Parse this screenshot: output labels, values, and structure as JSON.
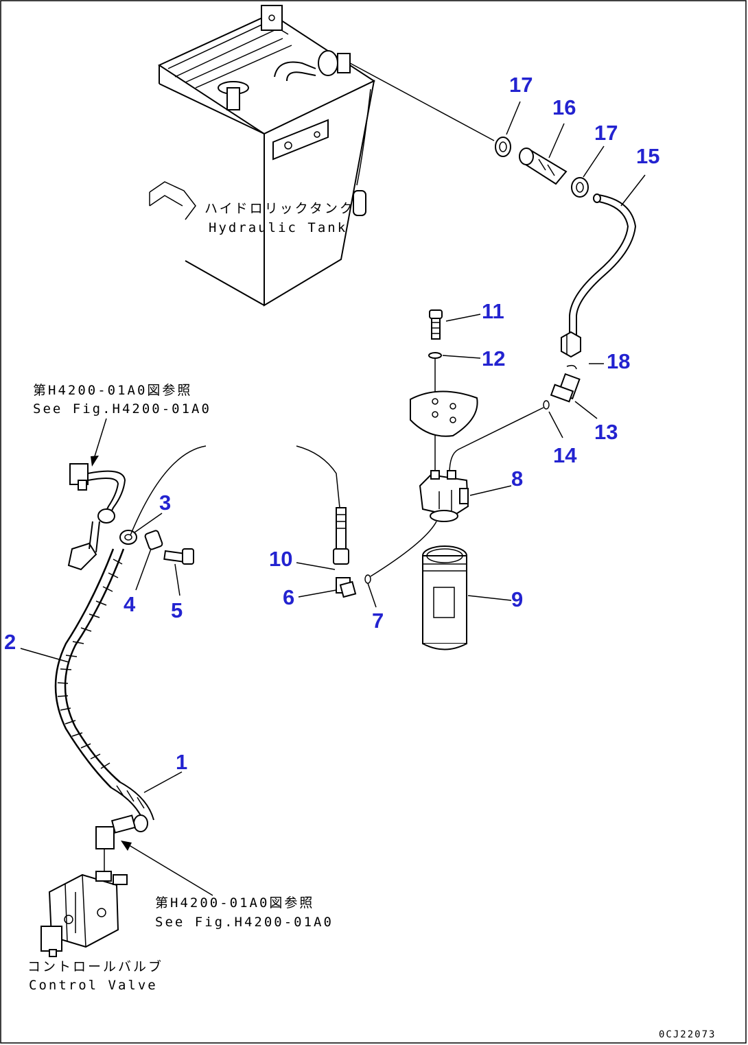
{
  "labels": {
    "hydraulic_tank_jp": "ハイドロリックタンク",
    "hydraulic_tank_en": "Hydraulic Tank",
    "ref_top_jp": "第H4200-01A0図参照",
    "ref_top_en": "See Fig.H4200-01A0",
    "ref_bottom_jp": "第H4200-01A0図参照",
    "ref_bottom_en": "See Fig.H4200-01A0",
    "control_valve_jp": "コントロールバルブ",
    "control_valve_en": "Control Valve"
  },
  "drawing_id": "0CJ22073",
  "callouts": [
    "1",
    "2",
    "3",
    "4",
    "5",
    "6",
    "7",
    "8",
    "9",
    "10",
    "11",
    "12",
    "13",
    "14",
    "15",
    "16",
    "17",
    "17",
    "18"
  ],
  "colors": {
    "callout": "#2323d0",
    "line": "#000000",
    "background": "#ffffff"
  }
}
